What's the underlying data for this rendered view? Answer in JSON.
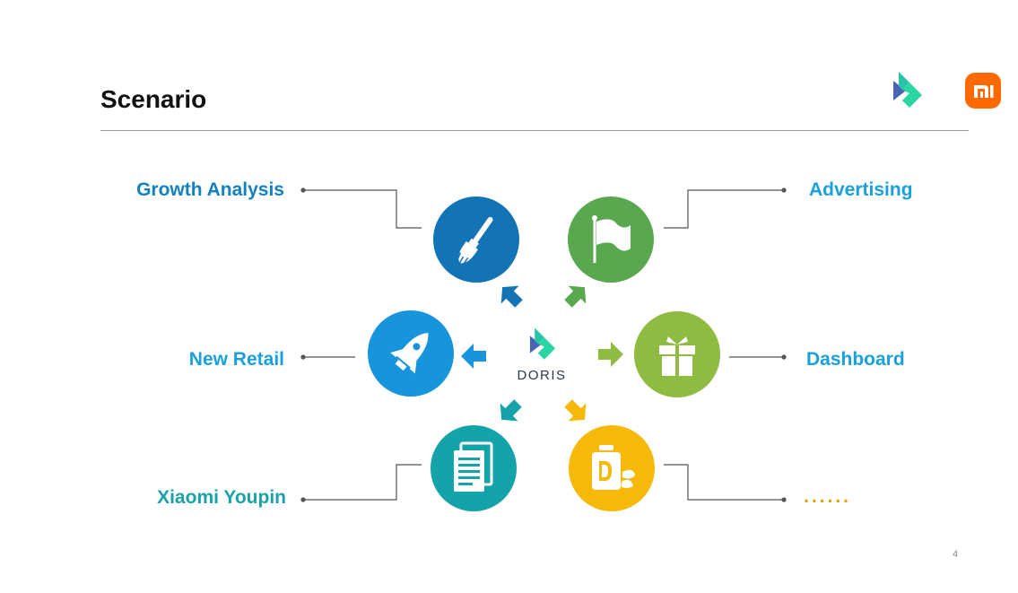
{
  "slide": {
    "title": "Scenario",
    "page_number": "4"
  },
  "center": {
    "name": "DORIS"
  },
  "scenarios": {
    "growth_analysis": "Growth Analysis",
    "advertising": "Advertising",
    "new_retail": "New Retail",
    "dashboard": "Dashboard",
    "xiaomi_youpin": "Xiaomi Youpin",
    "more": "......"
  },
  "icons": {
    "growth_analysis": "paintbrush-icon",
    "advertising": "flag-icon",
    "new_retail": "rocket-icon",
    "dashboard": "gift-box-icon",
    "xiaomi_youpin": "document-icon",
    "more": "product-jar-icon"
  },
  "colors": {
    "growth_analysis": "#1374b5",
    "advertising": "#59a84f",
    "new_retail": "#1795dc",
    "dashboard": "#8fbb43",
    "xiaomi_youpin": "#14a3a8",
    "more": "#f6b90a",
    "xiaomi_brand": "#ff6900"
  }
}
